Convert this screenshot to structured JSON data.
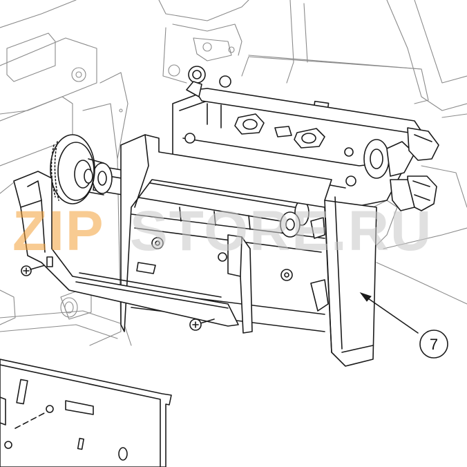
{
  "watermark": {
    "part1": "ZIP",
    "part2": "STORE.RU",
    "color_part1": "#f4a23a",
    "color_part2": "#c8c8c8"
  },
  "callouts": [
    {
      "label": "7"
    }
  ],
  "colors": {
    "line": "#1a1a1a",
    "line_light": "#8a8a8a",
    "background": "#ffffff"
  }
}
